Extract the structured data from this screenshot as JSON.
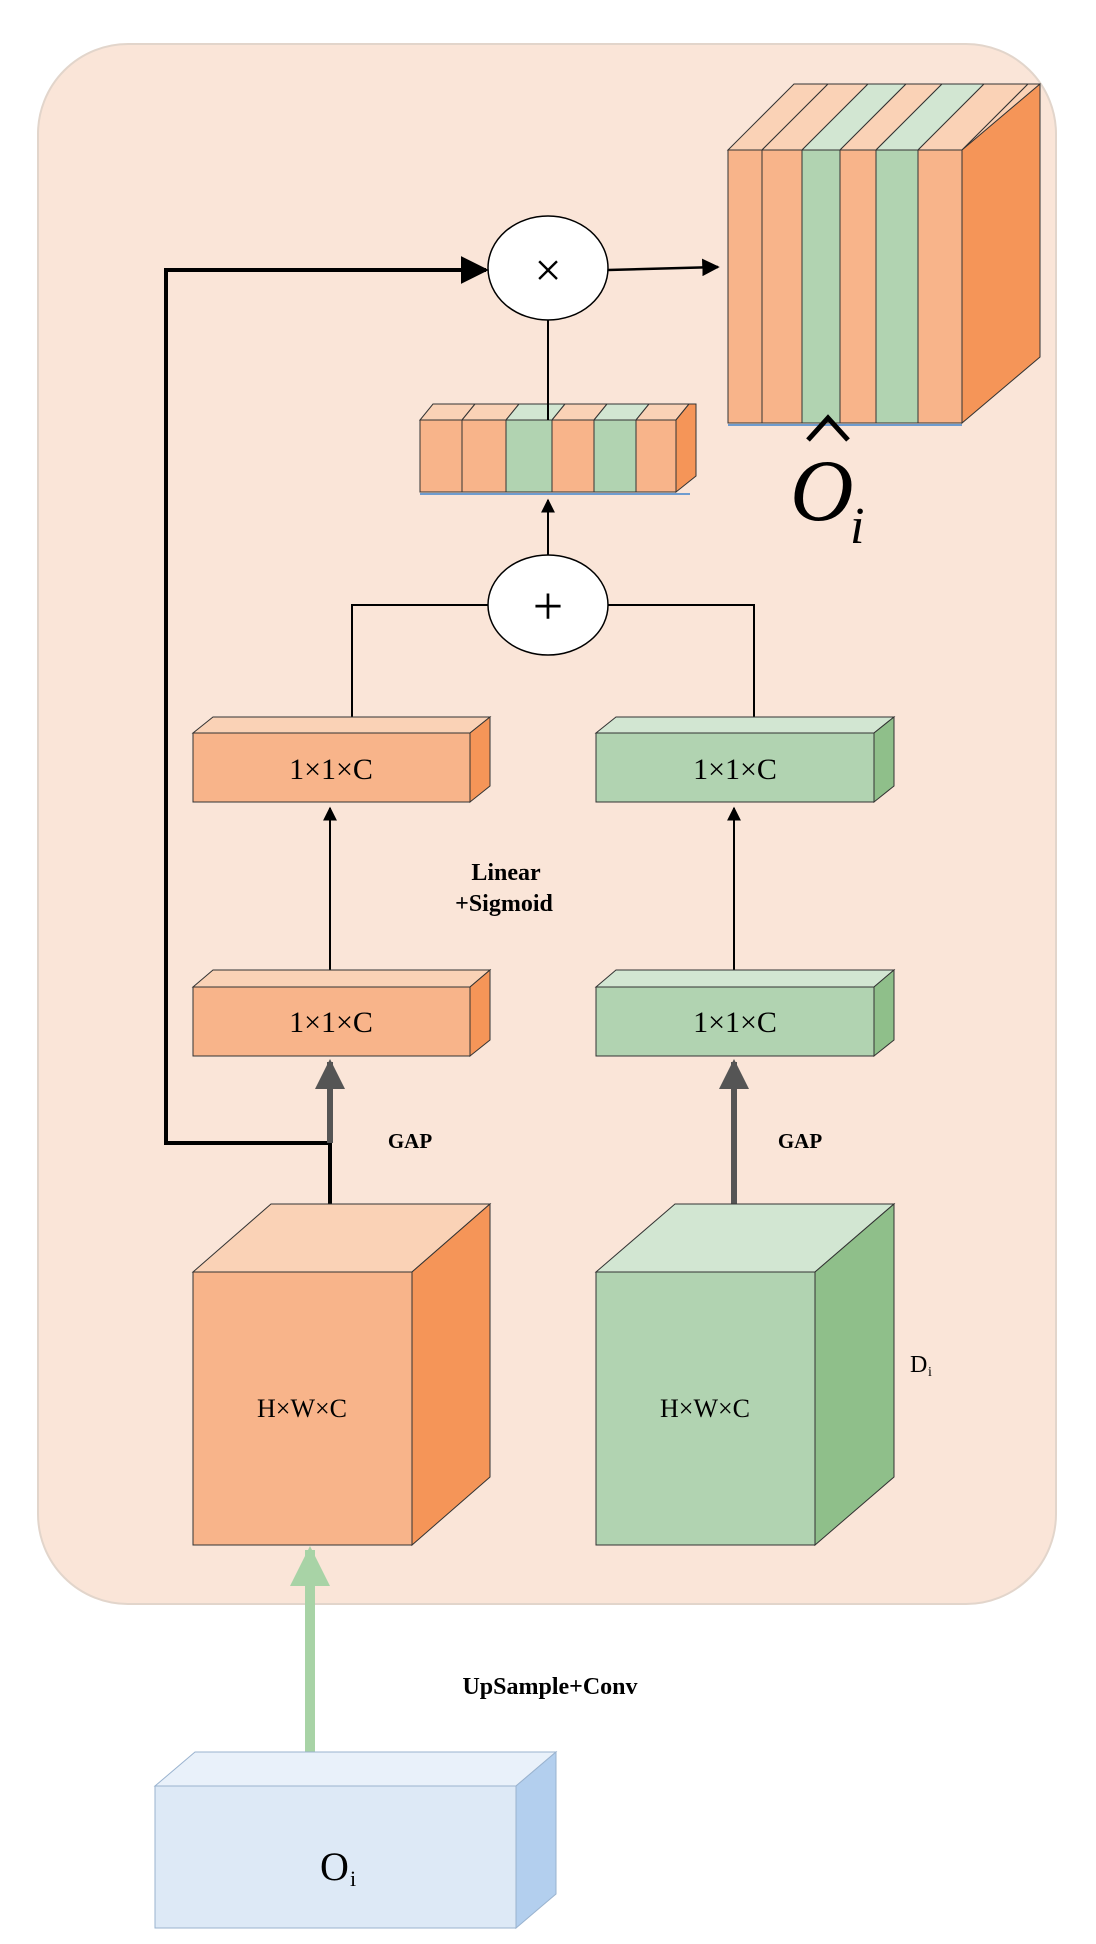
{
  "nodes": {
    "box_left_top": "1×1×C",
    "box_right_top": "1×1×C",
    "box_left_mid": "1×1×C",
    "box_right_mid": "1×1×C",
    "cube_left": "H×W×C",
    "cube_right": "H×W×C",
    "input_box": "O",
    "input_sub": "i",
    "output_label": "O",
    "output_sub": "i",
    "di_label": "D",
    "di_sub": "i",
    "multiply_symbol": "×",
    "add_symbol": "+"
  },
  "edges": {
    "linear_sigmoid_line1": "Linear",
    "linear_sigmoid_line2": "+Sigmoid",
    "gap_left": "GAP",
    "gap_right": "GAP",
    "upsample_conv": "UpSample+Conv"
  },
  "colors": {
    "panel_bg": "#fae5d8",
    "orange_front": "#f8b48a",
    "orange_top": "#fad2b6",
    "orange_side": "#f59558",
    "green_front": "#b1d3b1",
    "green_top": "#d2e6d2",
    "green_side": "#8fbf8a",
    "blue_front": "#dde9f6",
    "blue_top": "#e9f1fa",
    "blue_side": "#b3cfee",
    "upsample_arrow": "#a8d3a6"
  }
}
